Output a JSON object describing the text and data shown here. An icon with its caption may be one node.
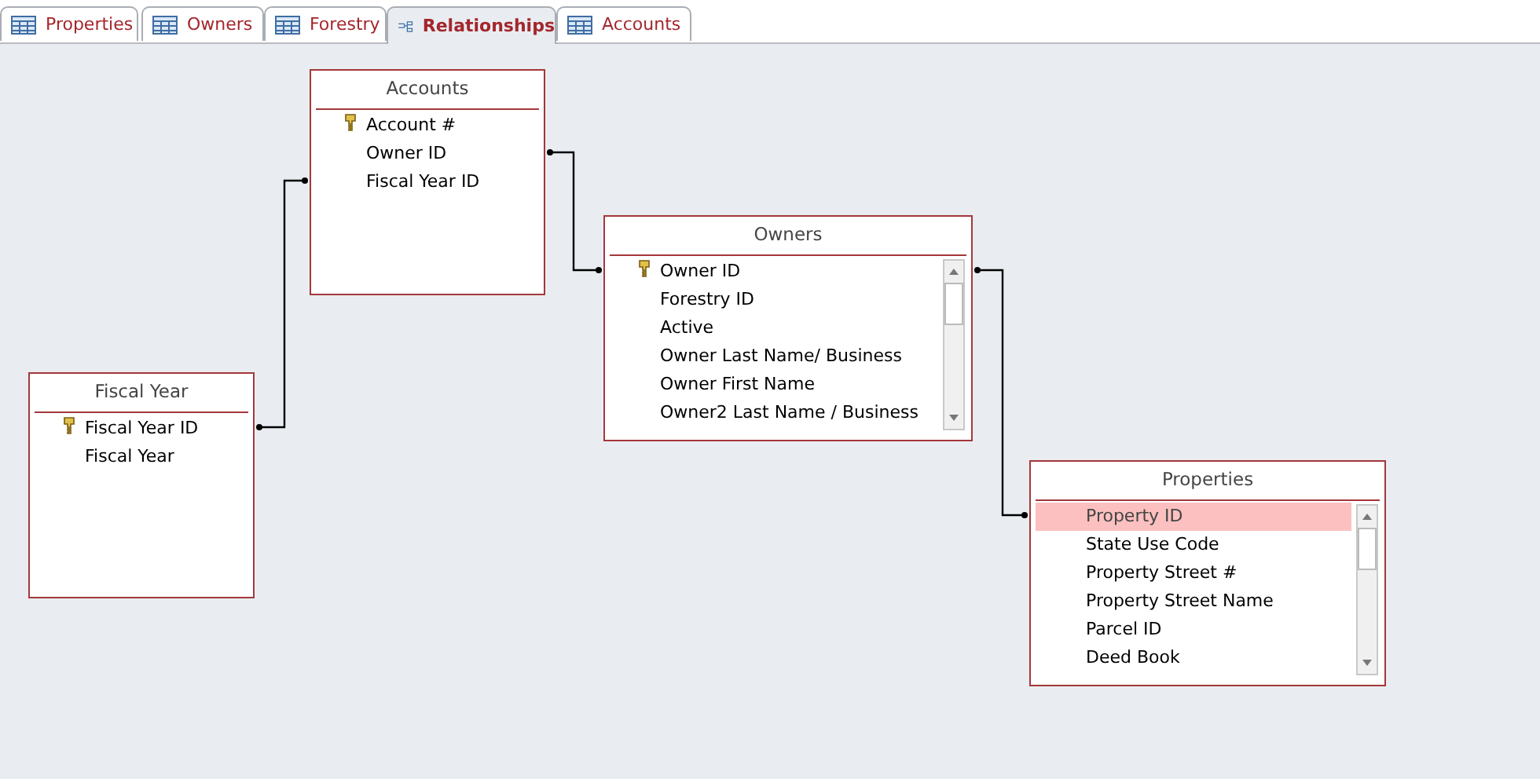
{
  "diagram": {
    "nodes": [
      {
        "text": [
          "Accounts",
          "Account #",
          "Owner ID",
          "Fiscal Year ID"
        ]
      },
      {
        "text": [
          "Owners",
          "Owner ID",
          "Forestry ID",
          "Active",
          "Owner Last Name/ Business",
          "Owner First Name",
          "Owner2 Last Name / Business"
        ]
      },
      {
        "text": [
          "Fiscal Year",
          "Fiscal Year ID",
          "Fiscal Year"
        ]
      },
      {
        "text": [
          "Properties",
          "Property ID",
          "State Use Code",
          "Property Street #",
          "Property Street Name",
          "Parcel ID",
          "Deed Book"
        ]
      }
    ],
    "edges": [
      {
        "from": 2,
        "to": 0,
        "arrow": "other"
      },
      {
        "from": 0,
        "to": 1,
        "arrow": "other"
      },
      {
        "from": 1,
        "to": 3,
        "arrow": "other"
      }
    ],
    "labels": [
      "Properties",
      "Owners",
      "Forestry",
      "Relationships",
      "Accounts"
    ]
  }
}
